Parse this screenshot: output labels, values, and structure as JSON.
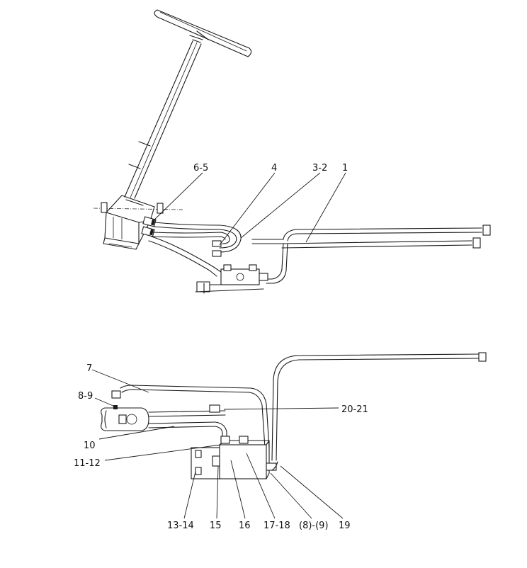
{
  "callouts": {
    "c6_5": "6-5",
    "c4": "4",
    "c3_2": "3-2",
    "c1": "1",
    "c7": "7",
    "c8_9": "8-9",
    "c20_21": "20-21",
    "c10": "10",
    "c11_12": "11-12",
    "c13_14": "13-14",
    "c15": "15",
    "c16": "16",
    "c17_18": "17-18",
    "c8_9p": "(8)-(9)",
    "c19": "19"
  },
  "colors": {
    "line": "#1a1a1a",
    "background": "#ffffff"
  }
}
